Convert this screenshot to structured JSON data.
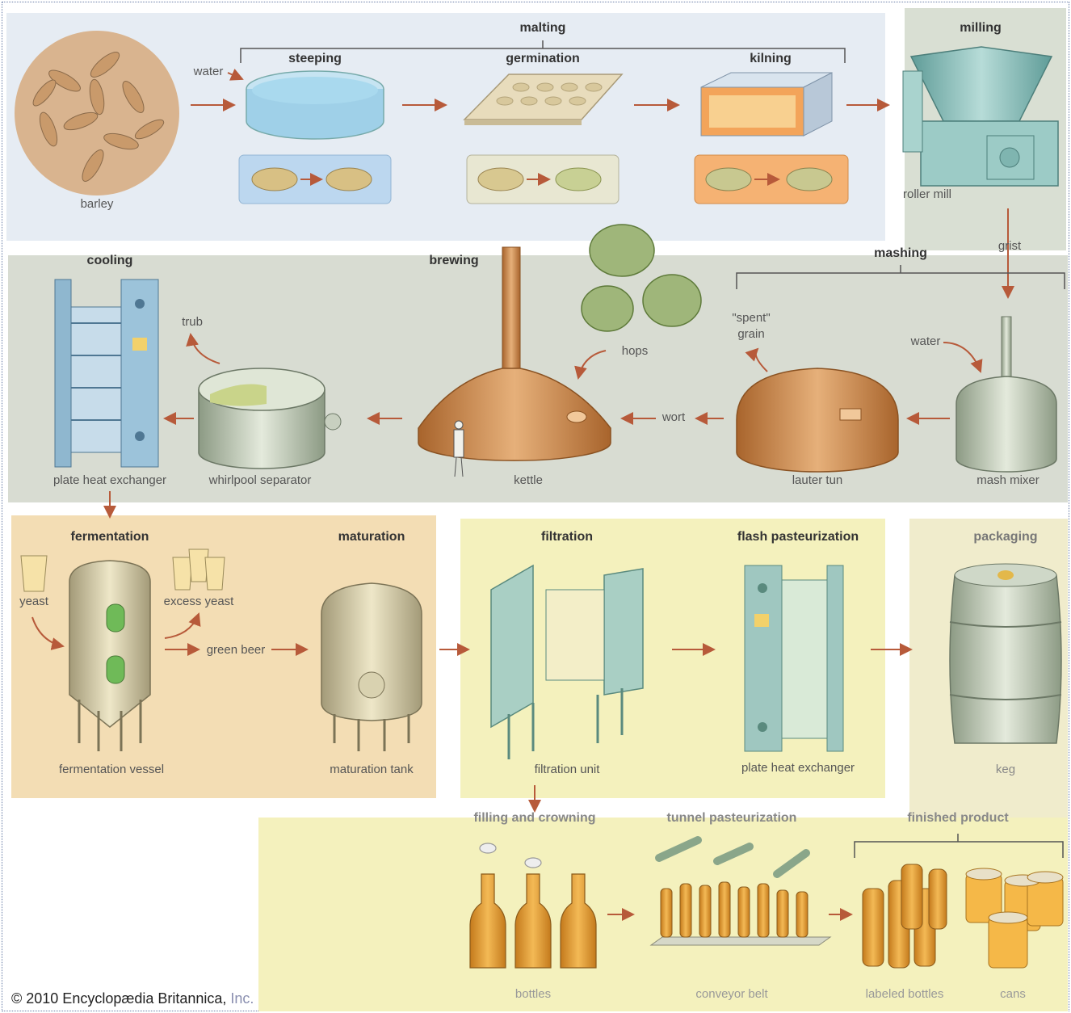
{
  "headers": {
    "malting": "malting",
    "steeping": "steeping",
    "germination": "germination",
    "kilning": "kilning",
    "milling": "milling",
    "mashing": "mashing",
    "brewing": "brewing",
    "cooling": "cooling",
    "fermentation": "fermentation",
    "maturation": "maturation",
    "filtration": "filtration",
    "flash_pasteurization": "flash pasteurization",
    "packaging": "packaging",
    "filling_and_crowning": "filling and crowning",
    "tunnel_pasteurization": "tunnel pasteurization",
    "finished_product": "finished product"
  },
  "labels": {
    "barley": "barley",
    "water_malting": "water",
    "roller_mill": "roller mill",
    "grist": "grist",
    "spent_grain": "\"spent\"\ngrain",
    "water_mashing": "water",
    "hops": "hops",
    "trub": "trub",
    "wort": "wort",
    "plate_heat_exchanger_cooling": "plate heat exchanger",
    "whirlpool_separator": "whirlpool separator",
    "kettle": "kettle",
    "lauter_tun": "lauter tun",
    "mash_mixer": "mash mixer",
    "yeast": "yeast",
    "excess_yeast": "excess yeast",
    "green_beer": "green beer",
    "fermentation_vessel": "fermentation vessel",
    "maturation_tank": "maturation tank",
    "filtration_unit": "filtration unit",
    "plate_heat_exchanger_flash": "plate heat exchanger",
    "keg": "keg",
    "bottles": "bottles",
    "conveyor_belt": "conveyor belt",
    "labeled_bottles": "labeled bottles",
    "cans": "cans"
  },
  "credit": {
    "main": "© 2010 Encyclopædia Britannica,",
    "faded": " Inc."
  },
  "colors": {
    "malting_bg": "#e6ecf3",
    "milling_bg": "#d9dfd3",
    "brewing_bg": "#d8dcd2",
    "fermentation_bg": "#f3ddb4",
    "filtration_bg": "#f4f1bd",
    "bottling_bg": "#f4f1bd",
    "arrow": "#b75a3a",
    "copper": "#c98a4a",
    "steel": "#a9b8a4",
    "teal": "#7fb5b0"
  }
}
